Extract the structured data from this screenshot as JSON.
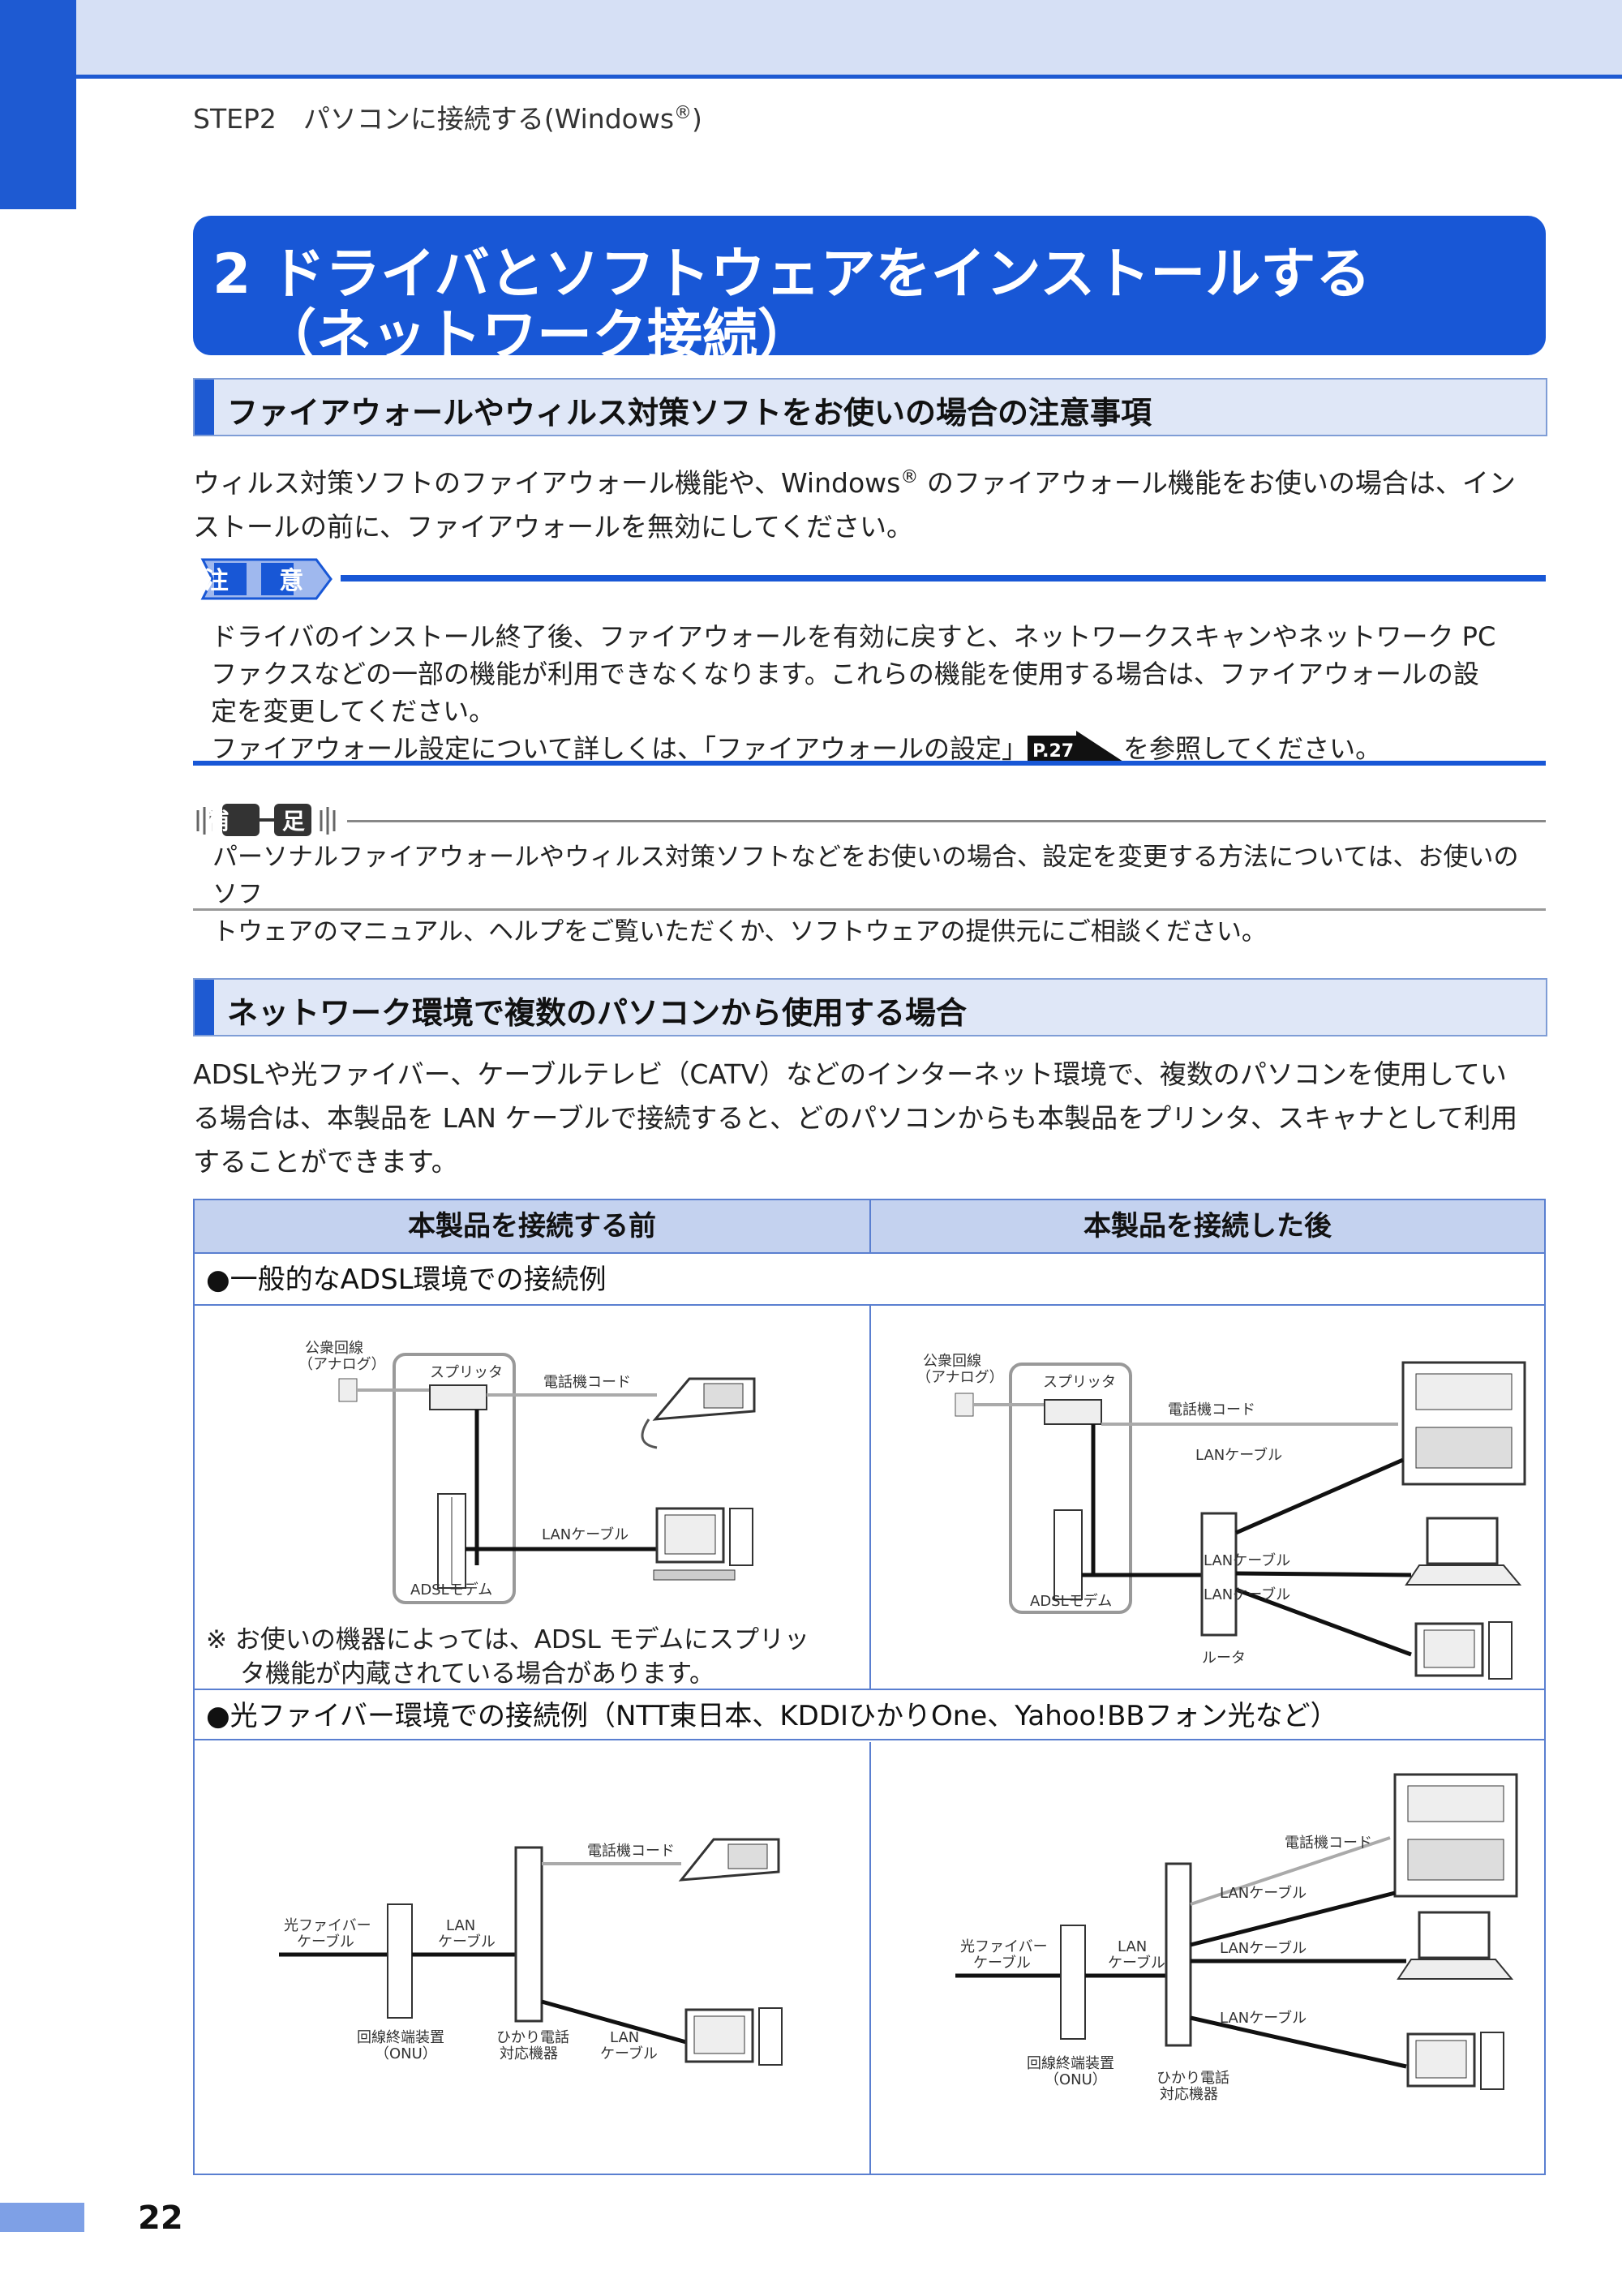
{
  "header": {
    "step": "STEP2　パソコンに接続する(Windows",
    "reg": "®",
    "close": ")"
  },
  "chapter": {
    "line1": "2 ドライバとソフトウェアをインストールする",
    "line2": "（ネットワーク接続）"
  },
  "section1": {
    "title": "ファイアウォールやウィルス対策ソフトをお使いの場合の注意事項",
    "body_line1_a": "ウィルス対策ソフトのファイアウォール機能や、Windows",
    "body_line1_reg": "®",
    "body_line1_b": " のファイアウォール機能をお使いの場合は、イン",
    "body_line2": "ストールの前に、ファイアウォールを無効にしてください。"
  },
  "caution": {
    "badge": "注 意",
    "line1": "ドライバのインストール終了後、ファイアウォールを有効に戻すと、ネットワークスキャンやネットワーク PC",
    "line2": "ファクスなどの一部の機能が利用できなくなります。これらの機能を使用する場合は、ファイアウォールの設",
    "line3": "定を変更してください。",
    "line4_a": "ファイアウォール設定について詳しくは、「ファイアウォールの設定」",
    "ref": "P.27",
    "line4_b": "を参照してください。"
  },
  "supplement": {
    "badge": "補 足",
    "line1": "パーソナルファイアウォールやウィルス対策ソフトなどをお使いの場合、設定を変更する方法については、お使いのソフ",
    "line2": "トウェアのマニュアル、ヘルプをご覧いただくか、ソフトウェアの提供元にご相談ください。"
  },
  "section2": {
    "title": "ネットワーク環境で複数のパソコンから使用する場合",
    "line1": "ADSLや光ファイバー、ケーブルテレビ（CATV）などのインターネット環境で、複数のパソコンを使用してい",
    "line2": "る場合は、本製品を LAN ケーブルで接続すると、どのパソコンからも本製品をプリンタ、スキャナとして利用",
    "line3": "することができます。"
  },
  "table": {
    "col_before": "本製品を接続する前",
    "col_after": "本製品を接続した後",
    "row1": "●一般的なADSL環境での接続例",
    "row2": "●光ファイバー環境での接続例（NTT東日本、KDDIひかりOne、Yahoo!BBフォン光など）",
    "note_line1": "※ お使いの機器によっては、ADSL モデムにスプリッ",
    "note_line2": "タ機能が内蔵されている場合があります。"
  },
  "diagram": {
    "public_line": "公衆回線",
    "analog": "（アナログ）",
    "splitter": "スプリッタ",
    "phone_cord": "電話機コード",
    "lan_cable": "LANケーブル",
    "adsl_modem": "ADSLモデム",
    "router": "ルータ",
    "fiber_cable_1": "光ファイバー",
    "fiber_cable_2": "ケーブル",
    "lan_1": "LAN",
    "lan_2": "ケーブル",
    "onu_1": "回線終端装置",
    "onu_2": "（ONU）",
    "hikari_1": "ひかり電話",
    "hikari_2": "対応機器"
  },
  "page_number": "22"
}
